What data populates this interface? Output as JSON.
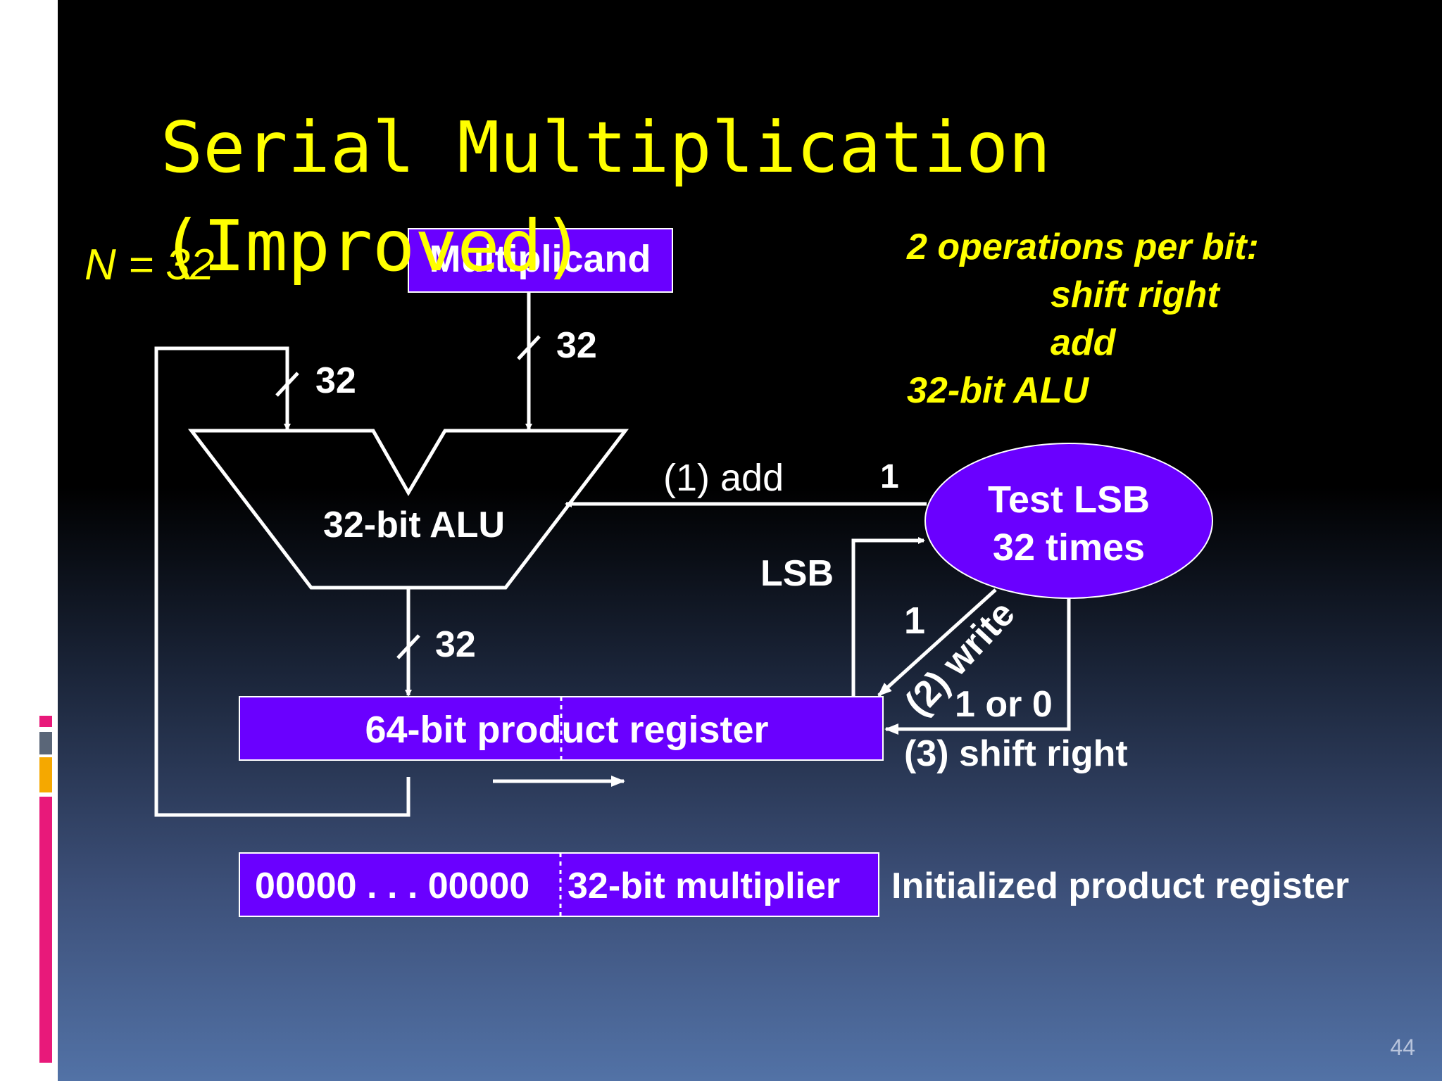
{
  "slide": {
    "title": "Serial Multiplication (Improved)",
    "n_label": "N = 32",
    "page_number": "44"
  },
  "notes": {
    "line1": "2 operations per bit:",
    "line2": "shift right",
    "line3": "add",
    "line4": "32-bit ALU"
  },
  "diagram": {
    "multiplicand": "Multiplicand",
    "alu": "32-bit ALU",
    "bus_width_multiplicand": "32",
    "bus_width_feedback": "32",
    "bus_width_alu_out": "32",
    "add_label": "(1) add",
    "add_value": "1",
    "test_lsb_line1": "Test LSB",
    "test_lsb_line2": "32 times",
    "lsb_label": "LSB",
    "write_value": "1",
    "write_label": "(2) write",
    "write_bit": "1 or 0",
    "shift_label": "(3) shift right",
    "product_register": "64-bit product register",
    "init_upper": "00000 . . . 00000",
    "init_lower": "32-bit multiplier",
    "init_caption": "Initialized product register"
  },
  "colors": {
    "box_fill": "#6a00ff",
    "title": "#ffff00",
    "stripe_colors": [
      "#e8197a",
      "#5a6678",
      "#f5a800",
      "#e8197a"
    ]
  }
}
